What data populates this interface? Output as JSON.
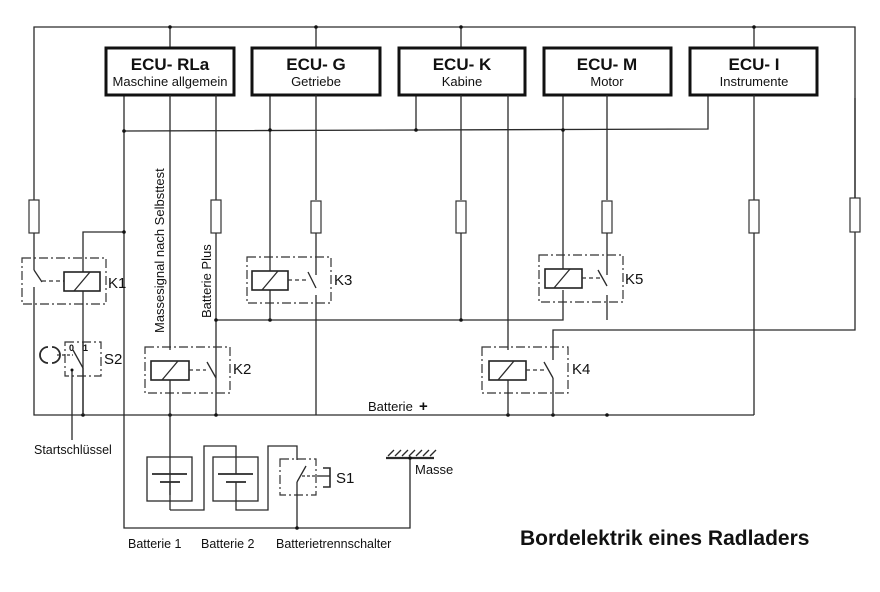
{
  "title": "Bordelektrik eines Radladers",
  "ecus": [
    {
      "id": "ECU-RLa",
      "name": "ECU- RLa",
      "description": "Maschine allgemein"
    },
    {
      "id": "ECU-G",
      "name": "ECU- G",
      "description": "Getriebe"
    },
    {
      "id": "ECU-K",
      "name": "ECU- K",
      "description": "Kabine"
    },
    {
      "id": "ECU-M",
      "name": "ECU- M",
      "description": "Motor"
    },
    {
      "id": "ECU-I",
      "name": "ECU- I",
      "description": "Instrumente"
    }
  ],
  "relays": [
    "K1",
    "K2",
    "K3",
    "K4",
    "K5"
  ],
  "switches": {
    "s1": "S1",
    "s2": "S2",
    "s2_positions": [
      "0",
      "1"
    ]
  },
  "labels": {
    "massesignal": "Massesignal nach Selbsttest",
    "batterie_plus_vertical": "Batterie Plus",
    "batterie_plus_bus": "Batterie",
    "plus_sign": "+",
    "startschluessel": "Startschlüssel",
    "batterie1": "Batterie 1",
    "batterie2": "Batterie 2",
    "batterietrennschalter": "Batterietrennschalter",
    "masse": "Masse"
  }
}
